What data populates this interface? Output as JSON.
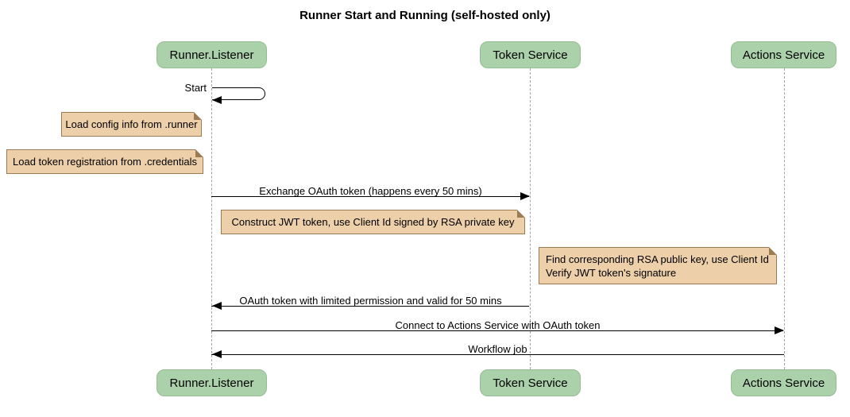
{
  "title": "Runner Start and Running (self-hosted only)",
  "participants": [
    {
      "name": "Runner.Listener"
    },
    {
      "name": "Token Service"
    },
    {
      "name": "Actions Service"
    }
  ],
  "messages": {
    "start": "Start",
    "exchange": "Exchange OAuth token (happens every 50 mins)",
    "oauth_return": "OAuth token with limited permission and valid for 50 mins",
    "connect": "Connect to Actions Service with OAuth token",
    "workflow": "Workflow job"
  },
  "notes": {
    "load_config": "Load config info from .runner",
    "load_token": "Load token registration from .credentials",
    "construct_jwt": "Construct JWT token, use Client Id signed by RSA private key",
    "find_rsa_line1": "Find corresponding RSA public key, use Client Id",
    "find_rsa_line2": "Verify JWT token's signature"
  },
  "colors": {
    "participant_fill": "#abd1ab",
    "participant_border": "#94bd94",
    "note_fill": "#edcfa9",
    "note_border": "#9c7b52",
    "lifeline": "#a3a3a3",
    "arrow": "#000000"
  }
}
